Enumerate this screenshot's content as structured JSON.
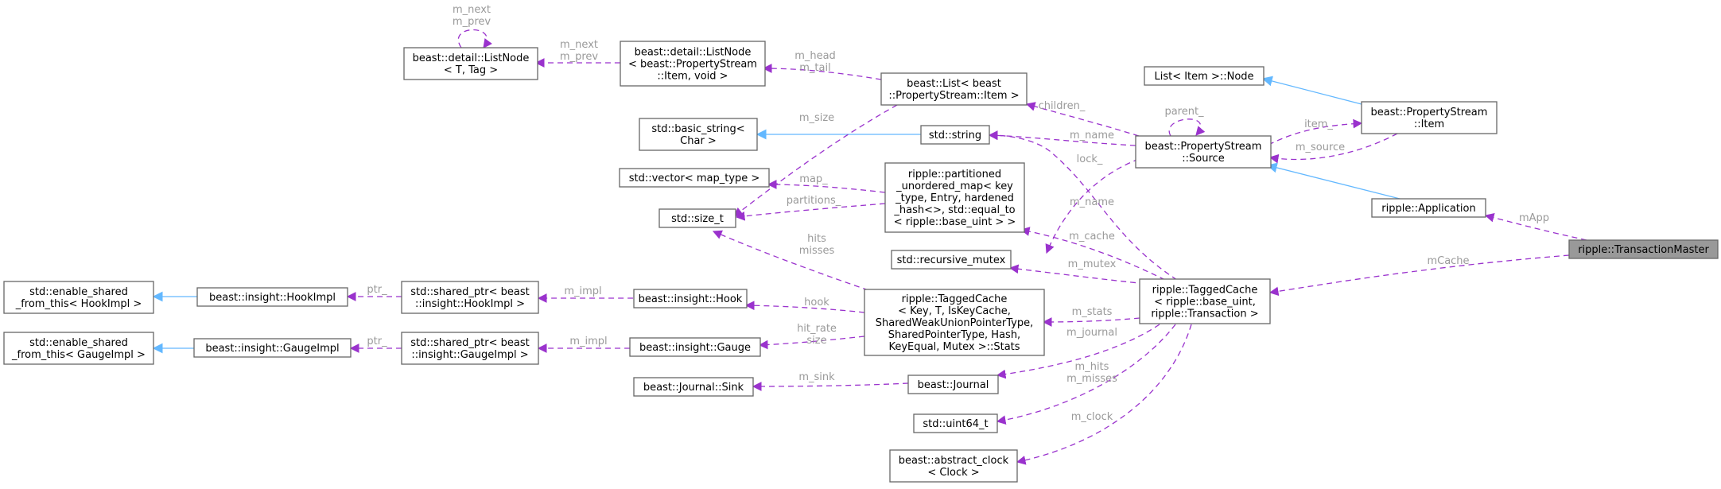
{
  "nodes": {
    "transaction_master": [
      "ripple::TransactionMaster"
    ],
    "application": [
      "ripple::Application"
    ],
    "tagged_cache": [
      "ripple::TaggedCache",
      "< ripple::base_uint,",
      "ripple::Transaction >"
    ],
    "ps_item": [
      "beast::PropertyStream",
      "::Item"
    ],
    "list_item_node": [
      "List< Item >::Node"
    ],
    "ps_source": [
      "beast::PropertyStream",
      "::Source"
    ],
    "list_ps_item": [
      "beast::List< beast",
      "::PropertyStream::Item >"
    ],
    "listnode_ps": [
      "beast::detail::ListNode",
      "< beast::PropertyStream",
      "::Item, void >"
    ],
    "listnode_t": [
      "beast::detail::ListNode",
      "< T, Tag >"
    ],
    "std_string": [
      "std::string"
    ],
    "basic_string": [
      "std::basic_string<",
      "Char >"
    ],
    "partitioned_map": [
      "ripple::partitioned",
      "_unordered_map< key",
      "_type, Entry, hardened",
      "_hash<>, std::equal_to",
      "< ripple::base_uint > >"
    ],
    "vector_map": [
      "std::vector< map_type >"
    ],
    "size_t": [
      "std::size_t"
    ],
    "recursive_mutex": [
      "std::recursive_mutex"
    ],
    "stats": [
      "ripple::TaggedCache",
      "< Key, T, IsKeyCache,",
      "SharedWeakUnionPointerType,",
      "SharedPointerType, Hash,",
      "KeyEqual, Mutex >::Stats"
    ],
    "hook": [
      "beast::insight::Hook"
    ],
    "gauge": [
      "beast::insight::Gauge"
    ],
    "sp_hookimpl": [
      "std::shared_ptr< beast",
      "::insight::HookImpl >"
    ],
    "sp_gaugeimpl": [
      "std::shared_ptr< beast",
      "::insight::GaugeImpl >"
    ],
    "hookimpl": [
      "beast::insight::HookImpl"
    ],
    "gaugeimpl": [
      "beast::insight::GaugeImpl"
    ],
    "esft_hook": [
      "std::enable_shared",
      "_from_this< HookImpl >"
    ],
    "esft_gauge": [
      "std::enable_shared",
      "_from_this< GaugeImpl >"
    ],
    "journal": [
      "beast::Journal"
    ],
    "journal_sink": [
      "beast::Journal::Sink"
    ],
    "uint64": [
      "std::uint64_t"
    ],
    "abstract_clock": [
      "beast::abstract_clock",
      "< Clock >"
    ]
  },
  "edge_labels": {
    "mapp": [
      "mApp"
    ],
    "mcache": [
      "mCache"
    ],
    "item": [
      "item_"
    ],
    "msource": [
      "m_source"
    ],
    "parent": [
      "parent_"
    ],
    "children": [
      "children_"
    ],
    "mhead_mtail": [
      "m_head",
      "m_tail"
    ],
    "mnext_mprev_loop": [
      "m_next",
      "m_prev"
    ],
    "mnext_mprev": [
      "m_next",
      "m_prev"
    ],
    "mname_src": [
      "m_name"
    ],
    "lock": [
      "lock_"
    ],
    "msize": [
      "m_size"
    ],
    "mname_tc": [
      "m_name"
    ],
    "map": [
      "map_"
    ],
    "partitions": [
      "partitions_"
    ],
    "mcache_tc": [
      "m_cache"
    ],
    "mmutex": [
      "m_mutex"
    ],
    "hits_misses": [
      "hits",
      "misses"
    ],
    "mstats": [
      "m_stats"
    ],
    "hook": [
      "hook"
    ],
    "hitrate_size": [
      "hit_rate",
      "size"
    ],
    "mimpl_hook": [
      "m_impl"
    ],
    "mimpl_gauge": [
      "m_impl"
    ],
    "ptr_hook": [
      "ptr_"
    ],
    "ptr_gauge": [
      "ptr_"
    ],
    "mjournal": [
      "m_journal"
    ],
    "msink": [
      "m_sink"
    ],
    "mhits_mmisses": [
      "m_hits",
      "m_misses"
    ],
    "mclock": [
      "m_clock"
    ]
  },
  "colors": {
    "usage_edge": "#9a32cd",
    "inherit_edge": "#63b8ff",
    "label": "#9a9a9a",
    "focus_fill": "#999999"
  }
}
